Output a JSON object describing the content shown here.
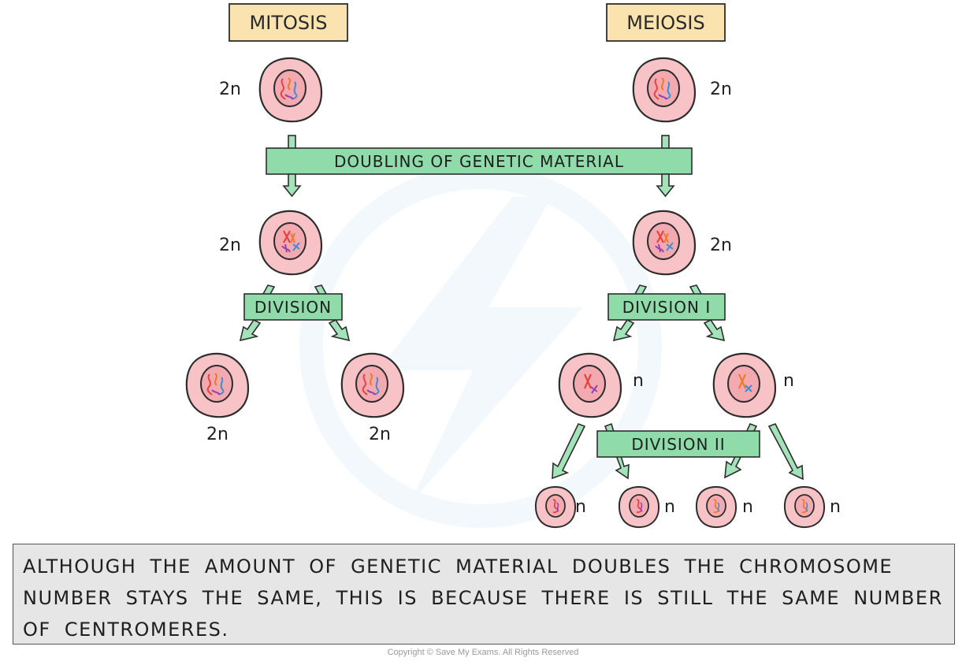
{
  "headers": {
    "mitosis": "MITOSIS",
    "meiosis": "MEIOSIS"
  },
  "bands": {
    "doubling": "DOUBLING OF GENETIC MATERIAL",
    "division": "DIVISION",
    "division_1": "DIVISION I",
    "division_2": "DIVISION II"
  },
  "ploidy": {
    "diploid": "2n",
    "haploid": "n"
  },
  "note": "ALTHOUGH THE AMOUNT OF GENETIC MATERIAL DOUBLES THE CHROMOSOME NUMBER STAYS THE SAME, THIS IS BECAUSE THERE IS STILL THE SAME NUMBER OF CENTROMERES.",
  "copyright": "Copyright © Save My Exams. All Rights Reserved",
  "colors": {
    "header_fill": "#fbe3b0",
    "band_fill": "#8fdcaa",
    "cell_fill": "#f7c3c6",
    "cell_stroke": "#2d2d2d",
    "note_fill": "#e6e6e6",
    "chromosome_red": "#e8433c",
    "chromosome_blue": "#3a8fd6",
    "chromosome_purple": "#9a3fb0",
    "chromosome_orange": "#f07a2a"
  }
}
